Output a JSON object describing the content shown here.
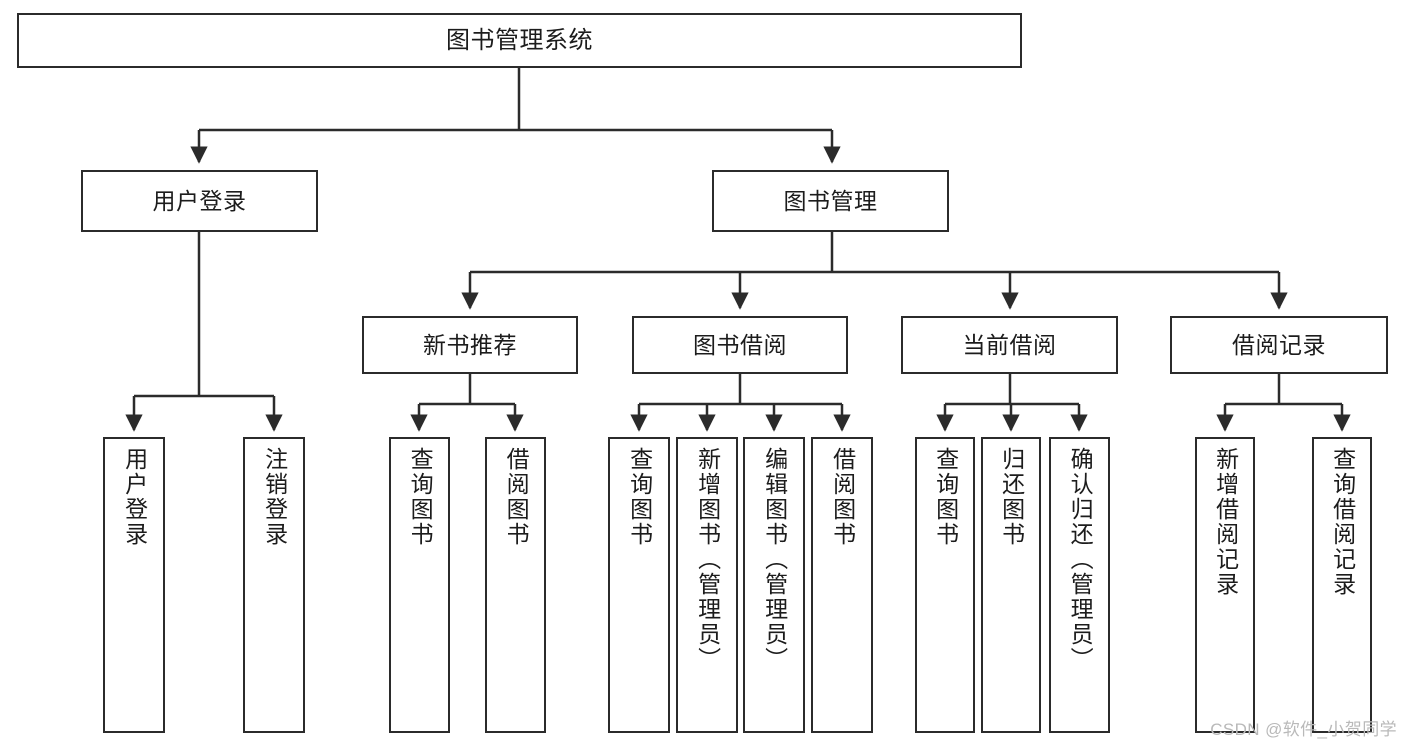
{
  "diagram": {
    "type": "tree-hierarchy-flowchart",
    "title": "图书管理系统",
    "orientation": "top-down",
    "stroke_color": "#2b2b2b",
    "fill_color": "#ffffff",
    "text_color": "#1c1c1c",
    "levels": [
      {
        "level": 1,
        "nodes": [
          {
            "id": "root",
            "label": "图书管理系统",
            "text_direction": "horizontal"
          }
        ]
      },
      {
        "level": 2,
        "nodes": [
          {
            "id": "login",
            "label": "用户登录",
            "text_direction": "horizontal",
            "parent": "root"
          },
          {
            "id": "bookmgmt",
            "label": "图书管理",
            "text_direction": "horizontal",
            "parent": "root"
          }
        ]
      },
      {
        "level": 3,
        "nodes": [
          {
            "id": "newbook",
            "label": "新书推荐",
            "text_direction": "horizontal",
            "parent": "bookmgmt"
          },
          {
            "id": "borrow",
            "label": "图书借阅",
            "text_direction": "horizontal",
            "parent": "bookmgmt"
          },
          {
            "id": "current",
            "label": "当前借阅",
            "text_direction": "horizontal",
            "parent": "bookmgmt"
          },
          {
            "id": "records",
            "label": "借阅记录",
            "text_direction": "horizontal",
            "parent": "bookmgmt"
          }
        ]
      },
      {
        "level": 4,
        "nodes": [
          {
            "id": "leaf-1",
            "label": "用户登录",
            "text_direction": "vertical",
            "parent": "login"
          },
          {
            "id": "leaf-2",
            "label": "注销登录",
            "text_direction": "vertical",
            "parent": "login"
          },
          {
            "id": "leaf-3",
            "label": "查询图书",
            "text_direction": "vertical",
            "parent": "newbook"
          },
          {
            "id": "leaf-4",
            "label": "借阅图书",
            "text_direction": "vertical",
            "parent": "newbook"
          },
          {
            "id": "leaf-5",
            "label": "查询图书",
            "text_direction": "vertical",
            "parent": "borrow"
          },
          {
            "id": "leaf-6",
            "label": "新增图书（管理员）",
            "text_direction": "vertical",
            "parent": "borrow"
          },
          {
            "id": "leaf-7",
            "label": "编辑图书（管理员）",
            "text_direction": "vertical",
            "parent": "borrow"
          },
          {
            "id": "leaf-8",
            "label": "借阅图书",
            "text_direction": "vertical",
            "parent": "borrow"
          },
          {
            "id": "leaf-9",
            "label": "查询图书",
            "text_direction": "vertical",
            "parent": "current"
          },
          {
            "id": "leaf-10",
            "label": "归还图书",
            "text_direction": "vertical",
            "parent": "current"
          },
          {
            "id": "leaf-11",
            "label": "确认归还（管理员）",
            "text_direction": "vertical",
            "parent": "current"
          },
          {
            "id": "leaf-12",
            "label": "新增借阅记录",
            "text_direction": "vertical",
            "parent": "records"
          },
          {
            "id": "leaf-13",
            "label": "查询借阅记录",
            "text_direction": "vertical",
            "parent": "records"
          }
        ]
      }
    ]
  },
  "watermark": {
    "text": "CSDN @软件_小贺同学"
  }
}
